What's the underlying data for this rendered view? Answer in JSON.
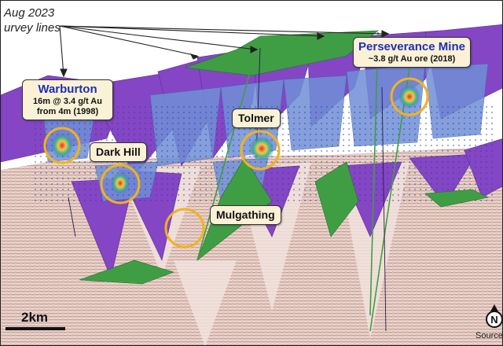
{
  "title": {
    "line1": "Aug 2023",
    "line2": "urvey lines"
  },
  "prospects": {
    "warburton": {
      "name": "Warburton",
      "line1": "16m @ 3.4 g/t Au",
      "line2": "from 4m (1998)"
    },
    "perseverance": {
      "name": "Perseverance Mine",
      "line1": "~3.8 g/t Au ore (2018)"
    },
    "tolmer": {
      "name": "Tolmer"
    },
    "dark_hill": {
      "name": "Dark Hill"
    },
    "mulgathing": {
      "name": "Mulgathing"
    }
  },
  "scale": {
    "label": "2km"
  },
  "north": {
    "label": "N"
  },
  "source": {
    "label": "Source"
  },
  "colors": {
    "section_purple": "#8446c4",
    "anomaly_blue": "#6f8fd6",
    "fault_green": "#3f9e44",
    "seismic_tan": "#ead3cb",
    "highlight_ring": "#f2b21b",
    "label_fill": "#fbf1d6",
    "label_name": "#1d2fb8"
  }
}
